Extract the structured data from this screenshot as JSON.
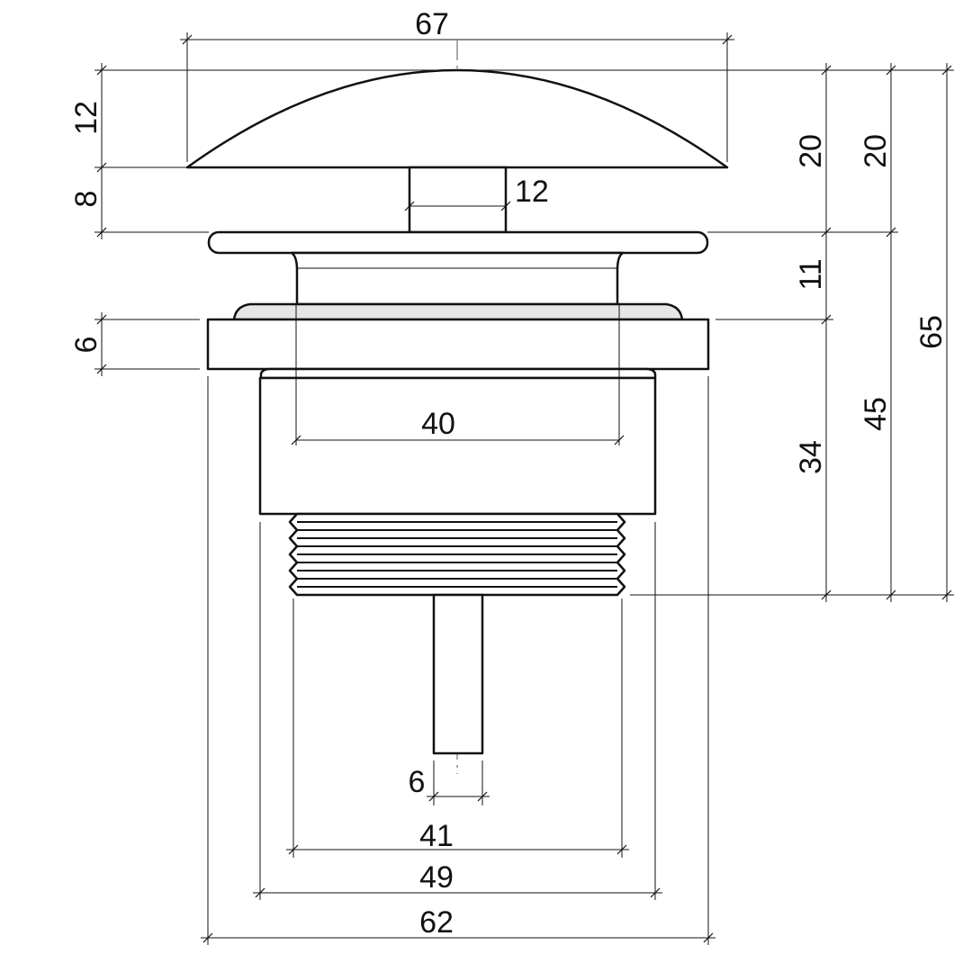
{
  "colors": {
    "line": "#111111",
    "washer_fill": "#e6e6e6",
    "background": "#ffffff"
  },
  "dimensions": {
    "cap_diameter": "67",
    "cap_height": "12",
    "stem_gap": "8",
    "stem_width": "12",
    "top_to_flange_a": "20",
    "top_to_flange_b": "20",
    "flange_to_washer": "11",
    "flange_thickness": "6",
    "inner_diameter": "40",
    "body_to_thread": "34",
    "flange_to_bottom": "45",
    "total_height": "65",
    "rod_diameter": "6",
    "thread_diameter": "41",
    "body_diameter": "49",
    "flange_diameter": "62"
  }
}
